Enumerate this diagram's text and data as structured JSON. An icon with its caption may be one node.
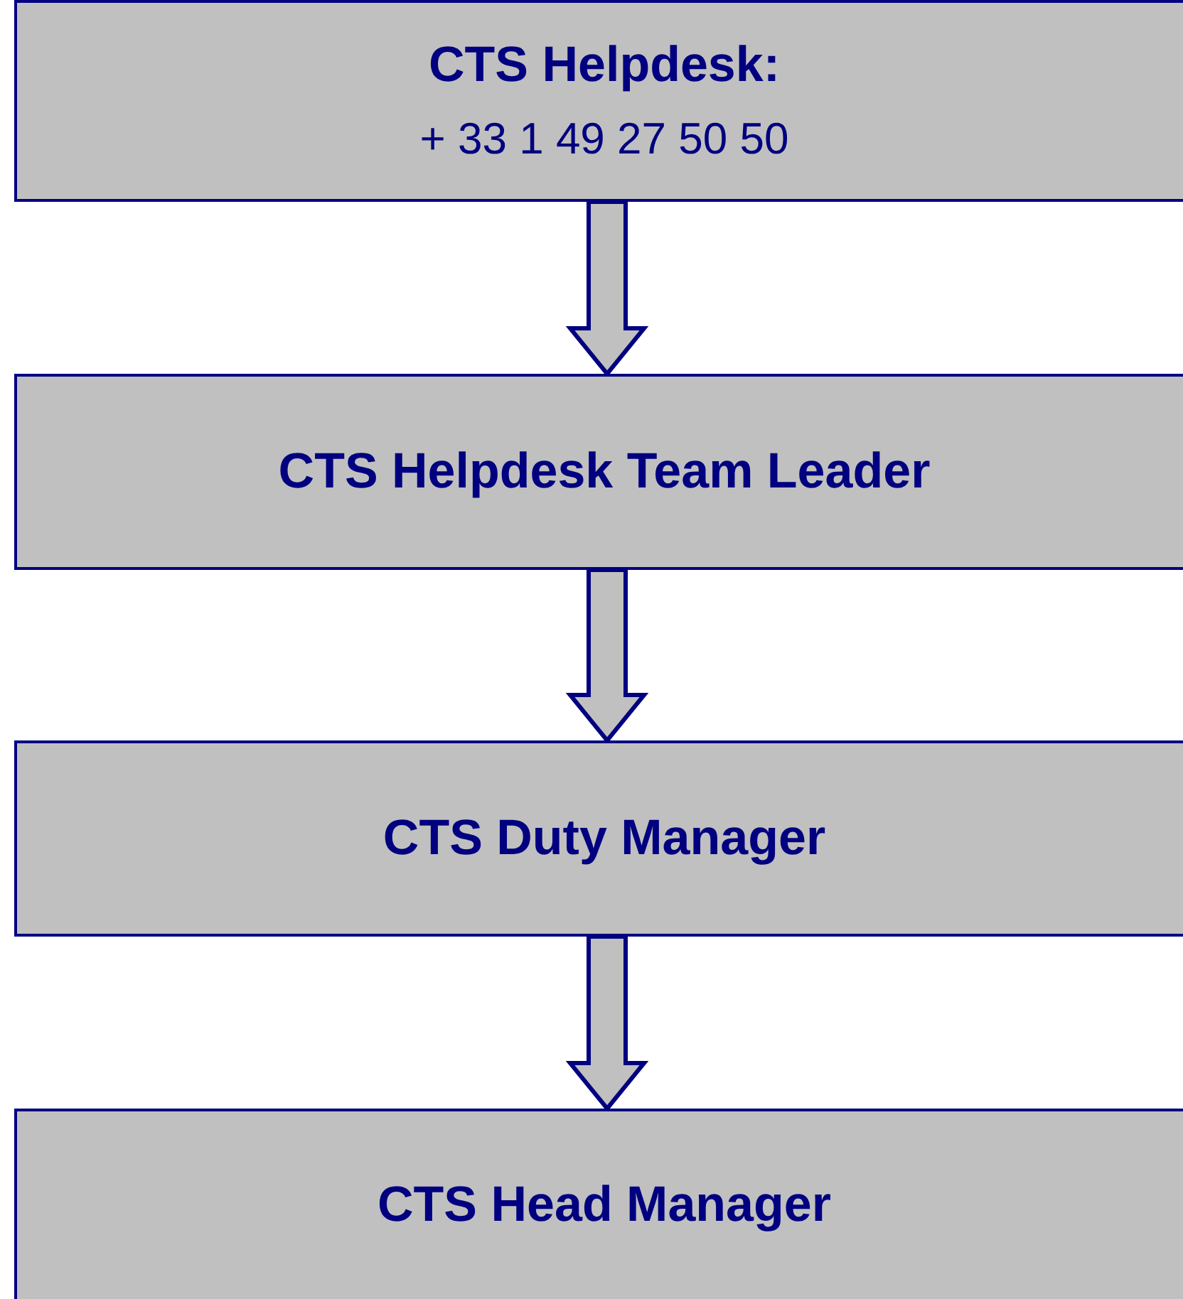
{
  "diagram": {
    "nodes": [
      {
        "text": [
          "CTS Helpdesk:",
          "+ 33 1 49 27 50 50"
        ]
      },
      {
        "text": [
          "CTS Helpdesk Team Leader"
        ]
      },
      {
        "text": [
          "CTS Duty Manager"
        ]
      },
      {
        "text": [
          "CTS Head Manager"
        ]
      }
    ],
    "edges": [
      {
        "from": 0,
        "to": 1,
        "arrow": "to"
      },
      {
        "from": 1,
        "to": 2,
        "arrow": "to"
      },
      {
        "from": 2,
        "to": 3,
        "arrow": "to"
      }
    ]
  }
}
